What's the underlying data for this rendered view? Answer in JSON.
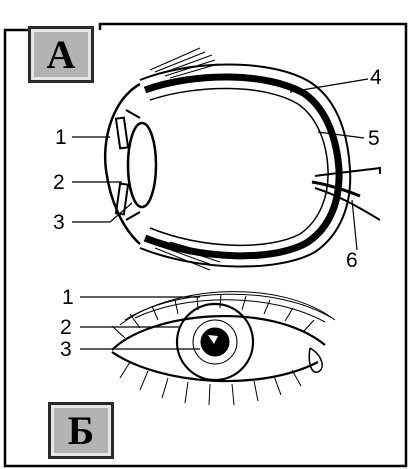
{
  "panels": [
    {
      "letter": "А",
      "labels": [
        "1",
        "2",
        "3",
        "4",
        "5",
        "6"
      ]
    },
    {
      "letter": "Б",
      "labels": [
        "1",
        "2",
        "3"
      ]
    }
  ]
}
